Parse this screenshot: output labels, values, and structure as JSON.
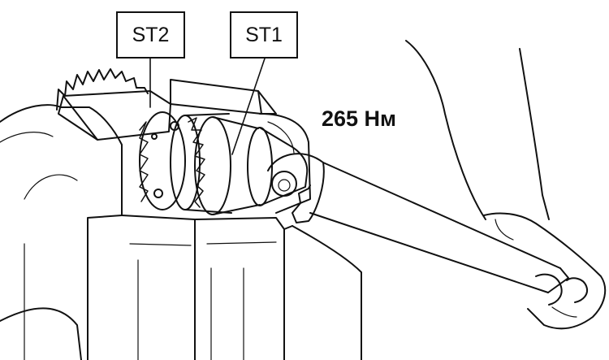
{
  "labels": {
    "st2": "ST2",
    "st1": "ST1",
    "torque": "265 Нм"
  },
  "colors": {
    "line": "#111111",
    "background": "#ffffff"
  }
}
